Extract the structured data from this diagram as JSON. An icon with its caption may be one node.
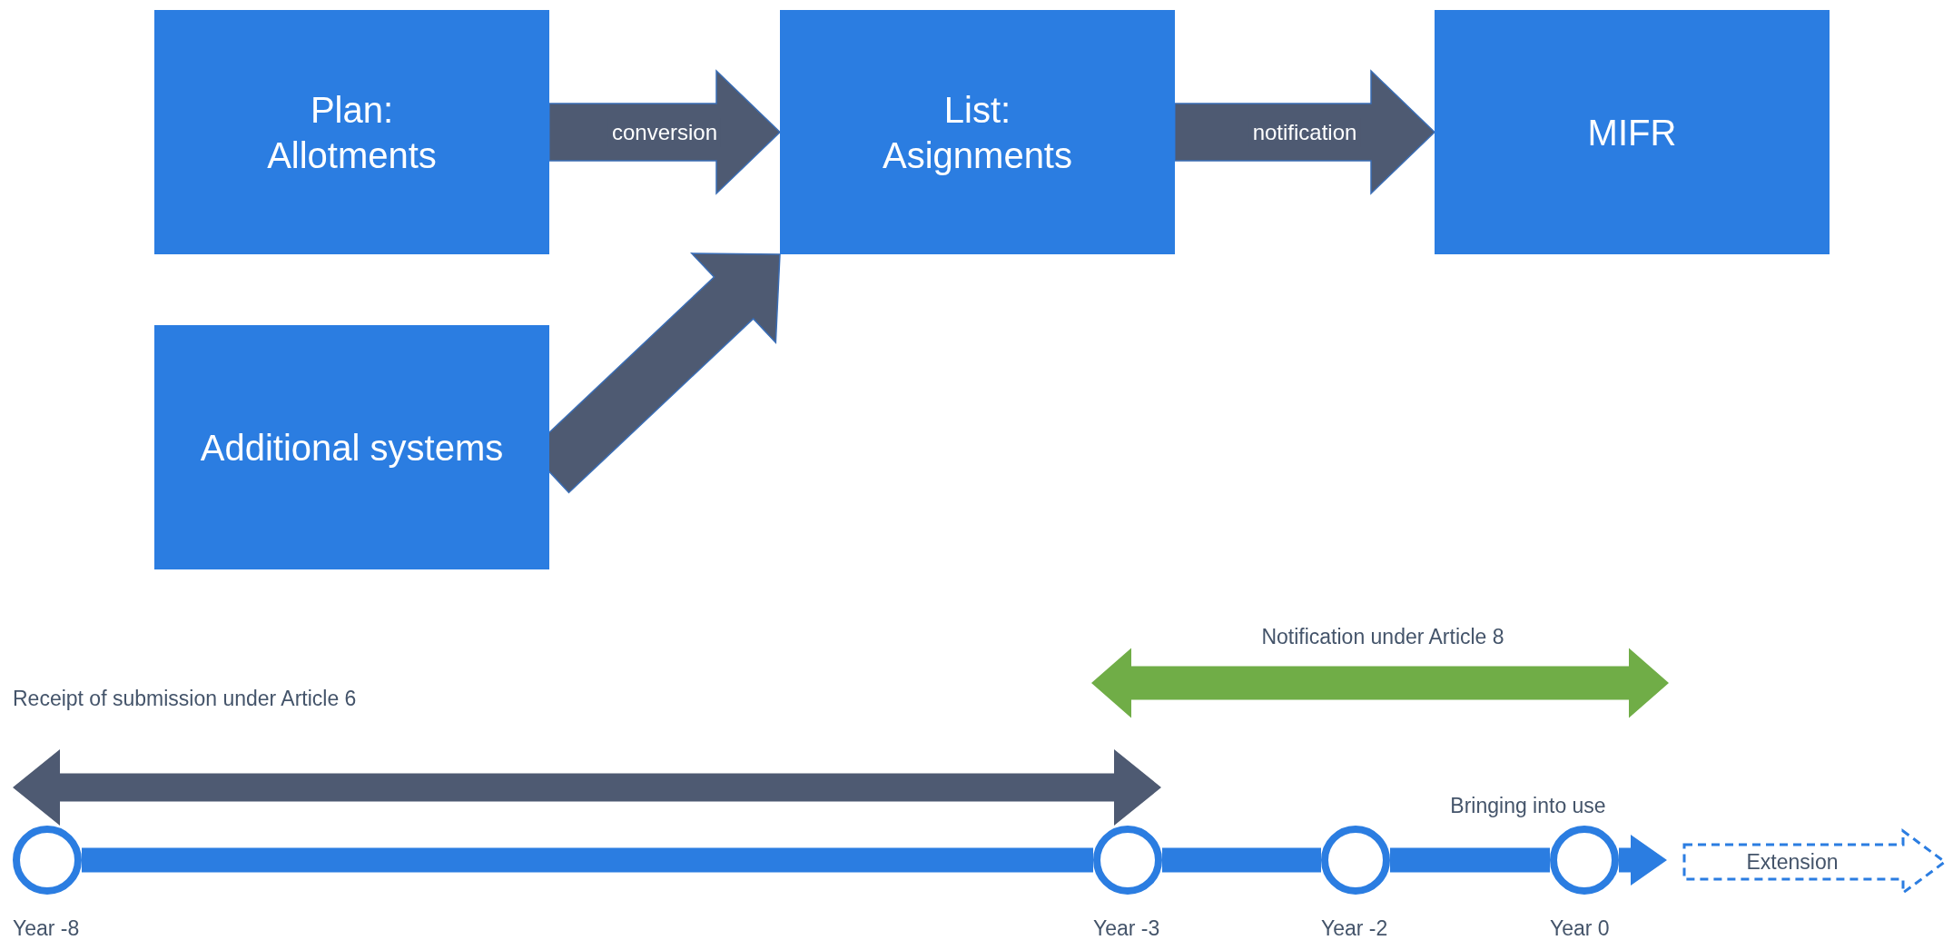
{
  "diagram": {
    "nodes": [
      {
        "text": [
          "Plan: Allotments"
        ]
      },
      {
        "text": [
          "List: Asignments"
        ]
      },
      {
        "text": [
          "MIFR"
        ]
      },
      {
        "text": [
          "Additional systems"
        ]
      },
      {
        "text": [],
        "shape": "circle",
        "beside": [
          "Year -8"
        ]
      },
      {
        "text": [],
        "shape": "circle",
        "beside": [
          "Year -3"
        ]
      },
      {
        "text": [],
        "shape": "circle",
        "beside": [
          "Year -2"
        ]
      },
      {
        "text": [],
        "shape": "circle",
        "beside": [
          "Year 0"
        ]
      },
      {
        "text": [
          "Extension"
        ]
      }
    ],
    "edges": [
      {
        "from": 0,
        "to": 1,
        "arrow": "to",
        "label": "conversion",
        "style": "thick",
        "color": "#4e5a72"
      },
      {
        "from": 1,
        "to": 2,
        "arrow": "to",
        "label": "notification",
        "style": "thick",
        "color": "#4e5a72"
      },
      {
        "from": 3,
        "to": 1,
        "arrow": "to",
        "style": "thick",
        "color": "#4e5a72"
      },
      {
        "from": 4,
        "to": 5,
        "arrow": "none"
      },
      {
        "from": 5,
        "to": 6,
        "arrow": "none"
      },
      {
        "from": 6,
        "to": 7,
        "arrow": "none"
      },
      {
        "from": 7,
        "to": null,
        "arrow": "to"
      }
    ],
    "labels": [
      "Receipt of submission under Article 6",
      "Notification under Article 8",
      "Bringing into use"
    ]
  }
}
